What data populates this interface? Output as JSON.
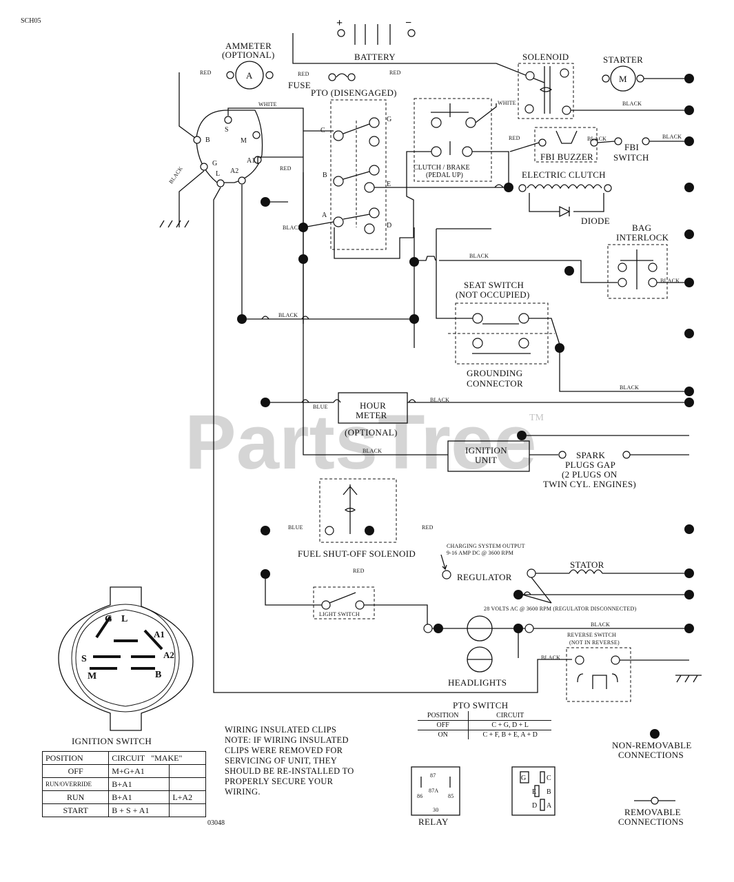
{
  "doc_code": "SCH05",
  "footer_code": "03048",
  "watermark": "PartsTree",
  "watermark_tm": "TM",
  "wire_colors": {
    "red": "RED",
    "white": "WHITE",
    "black": "BLACK",
    "blue": "BLUE"
  },
  "components": {
    "battery": "BATTERY",
    "battery_pos": "+",
    "battery_neg": "−",
    "ammeter": "AMMETER",
    "ammeter_optional": "(OPTIONAL)",
    "ammeter_symbol": "A",
    "fuse": "FUSE",
    "pto": "PTO (DISENGAGED)",
    "solenoid": "SOLENOID",
    "starter": "STARTER",
    "starter_symbol": "M",
    "fbi_buzzer": "FBI BUZZER",
    "fbi_switch_1": "FBI",
    "fbi_switch_2": "SWITCH",
    "clutch_brake_1": "CLUTCH / BRAKE",
    "clutch_brake_2": "(PEDAL UP)",
    "electric_clutch": "ELECTRIC CLUTCH",
    "diode": "DIODE",
    "bag_interlock_1": "BAG",
    "bag_interlock_2": "INTERLOCK",
    "seat_switch_1": "SEAT SWITCH",
    "seat_switch_2": "(NOT OCCUPIED)",
    "grounding_1": "GROUNDING",
    "grounding_2": "CONNECTOR",
    "hour_meter_1": "HOUR",
    "hour_meter_2": "METER",
    "hour_meter_optional": "(OPTIONAL)",
    "ignition_unit_1": "IGNITION",
    "ignition_unit_2": "UNIT",
    "spark_1": "SPARK",
    "spark_2": "PLUGS GAP",
    "spark_3": "(2 PLUGS ON",
    "spark_4": "TWIN CYL. ENGINES)",
    "fuel_solenoid": "FUEL SHUT-OFF SOLENOID",
    "charging_1": "CHARGING SYSTEM OUTPUT",
    "charging_2": "9-16 AMP DC @ 3600 RPM",
    "regulator": "REGULATOR",
    "stator": "STATOR",
    "ac_note": "28 VOLTS AC @ 3600 RPM (REGULATOR DISCONNECTED)",
    "light_switch": "LIGHT SWITCH",
    "headlights": "HEADLIGHTS",
    "reverse_switch_1": "REVERSE SWITCH",
    "reverse_switch_2": "(NOT IN REVERSE)",
    "ignition_switch": "IGNITION SWITCH",
    "relay": "RELAY",
    "pto_terminals": [
      "C",
      "B",
      "A",
      "G",
      "E",
      "D"
    ],
    "ign_terminals": [
      "S",
      "M",
      "B",
      "G",
      "L",
      "A2",
      "A1"
    ]
  },
  "relay_pins": [
    "87",
    "87A",
    "86",
    "85",
    "30"
  ],
  "pto_pins": [
    "G",
    "C",
    "E",
    "B",
    "D",
    "A"
  ],
  "switch_face": {
    "g": "G",
    "l": "L",
    "a1": "A1",
    "s": "S",
    "a2": "A2",
    "m": "M",
    "b": "B"
  },
  "ignition_table": {
    "headers": [
      "POSITION",
      "CIRCUIT",
      "\"MAKE\""
    ],
    "rows": [
      {
        "position": "OFF",
        "circuit": "M+G+A1",
        "extra": ""
      },
      {
        "position": "RUN/OVERRIDE",
        "circuit": "B+A1",
        "extra": ""
      },
      {
        "position": "RUN",
        "circuit": "B+A1",
        "extra": "L+A2"
      },
      {
        "position": "START",
        "circuit": "B + S + A1",
        "extra": ""
      }
    ]
  },
  "pto_table": {
    "title": "PTO SWITCH",
    "headers": [
      "POSITION",
      "CIRCUIT"
    ],
    "rows": [
      {
        "position": "OFF",
        "circuit": "C + G, D + L"
      },
      {
        "position": "ON",
        "circuit": "C + F, B + E, A + D"
      }
    ]
  },
  "note_lines": [
    "WIRING INSULATED CLIPS",
    "NOTE: IF WIRING INSULATED",
    "CLIPS WERE REMOVED FOR",
    "SERVICING OF UNIT, THEY",
    "SHOULD BE RE-INSTALLED TO",
    "PROPERLY SECURE YOUR",
    "WIRING."
  ],
  "legend": {
    "non_removable_1": "NON-REMOVABLE",
    "non_removable_2": "CONNECTIONS",
    "removable_1": "REMOVABLE",
    "removable_2": "CONNECTIONS"
  }
}
